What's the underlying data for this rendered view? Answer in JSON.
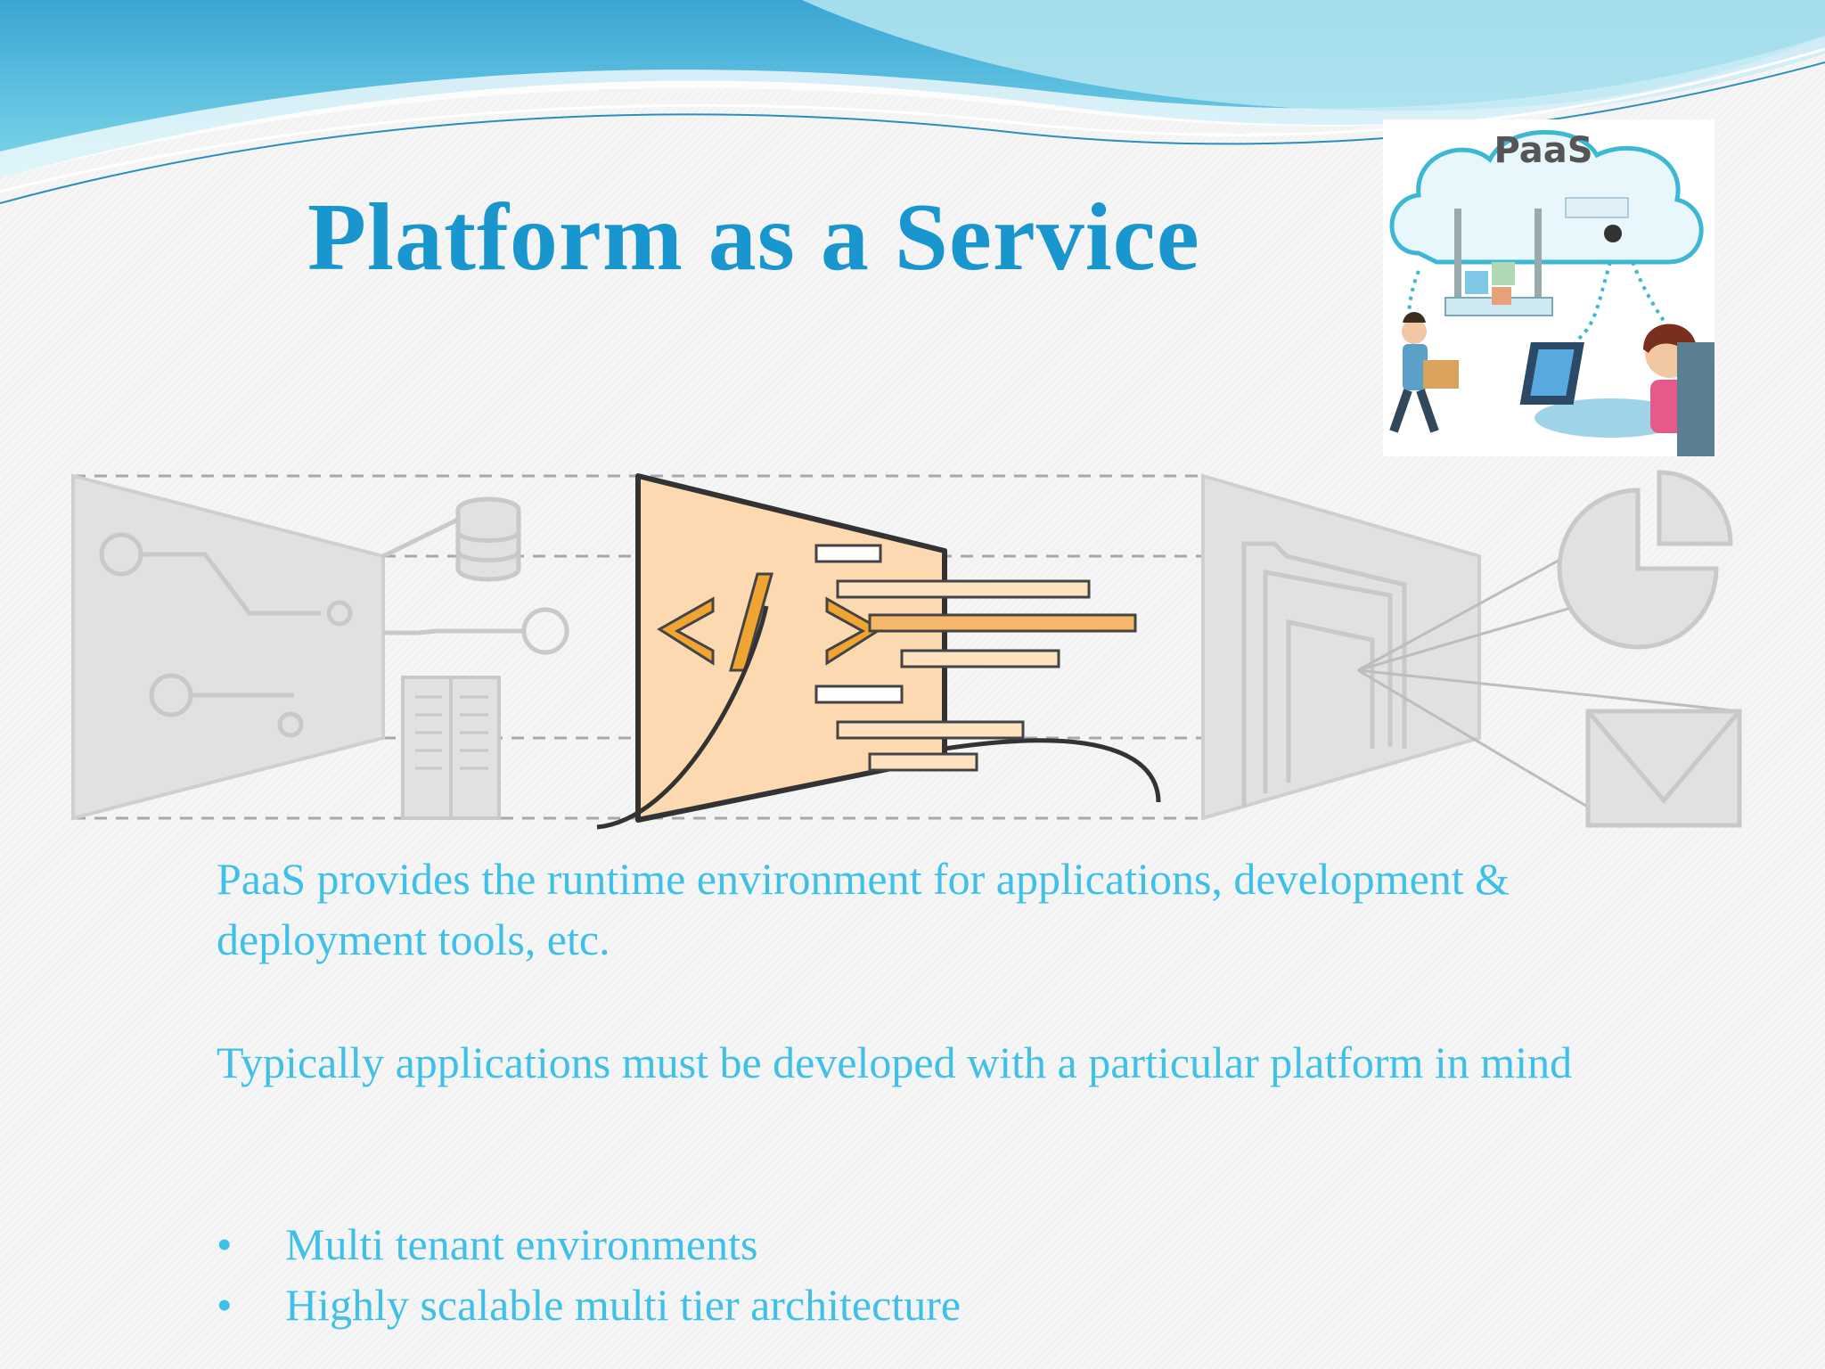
{
  "slide": {
    "title": "Platform as a Service",
    "paragraphs": [
      "PaaS provides the runtime environment for applications, development & deployment tools, etc.",
      "Typically applications must be developed with a particular platform in mind"
    ],
    "bullets": [
      "Multi tenant environments",
      "Highly scalable multi tier architecture"
    ],
    "bullet_glyph": "•",
    "illustration_label": "PaaS"
  },
  "colors": {
    "title": "#1a96cf",
    "body_text": "#3fc0e8",
    "wave_light": "#a9e6f2",
    "wave_mid": "#5fcde2",
    "wave_dark": "#2d8fc4",
    "diagram_gray": "#d6d6d6",
    "code_panel": "#fcd9b0",
    "code_accent": "#f0a533"
  }
}
